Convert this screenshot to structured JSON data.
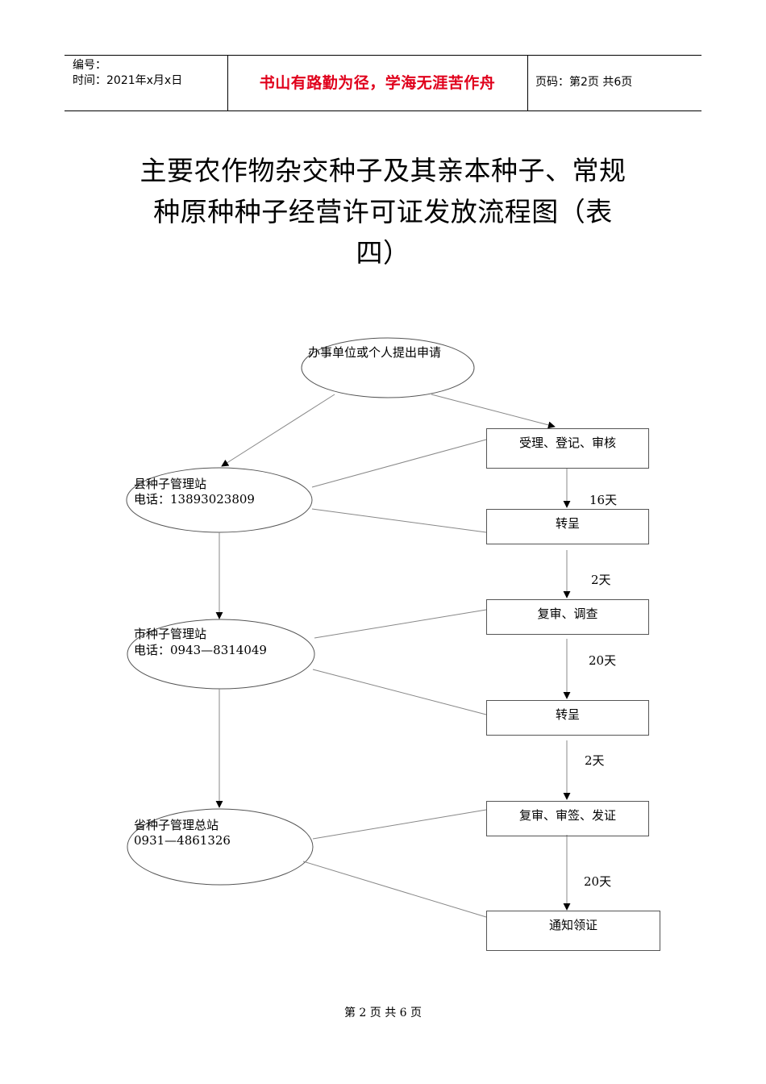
{
  "header": {
    "number_label": "编号：",
    "time_label": "时间：2021年x月x日",
    "motto": "书山有路勤为径，学海无涯苦作舟",
    "page_label": "页码：第2页  共6页"
  },
  "title": {
    "line1": "主要农作物杂交种子及其亲本种子、常规",
    "line2": "种原种种子经营许可证发放流程图（表",
    "line3": "四）"
  },
  "flow": {
    "start": "办事单位或个人提出申请",
    "county_name": "县种子管理站",
    "county_phone": "电话：13893023809",
    "city_name": "市种子管理站",
    "city_phone": "电话：0943—8314049",
    "province_name": "省种子管理总站",
    "province_phone": "0931—4861326",
    "step1": "受理、登记、审核",
    "step2": "转呈",
    "step3": "复审、调查",
    "step4": "转呈",
    "step5": "复审、审签、发证",
    "step6": "通知领证",
    "dur1": "16天",
    "dur2": "2天",
    "dur3": "20天",
    "dur4": "2天",
    "dur5": "20天"
  },
  "footer": {
    "page": "第 2 页 共 6 页"
  }
}
